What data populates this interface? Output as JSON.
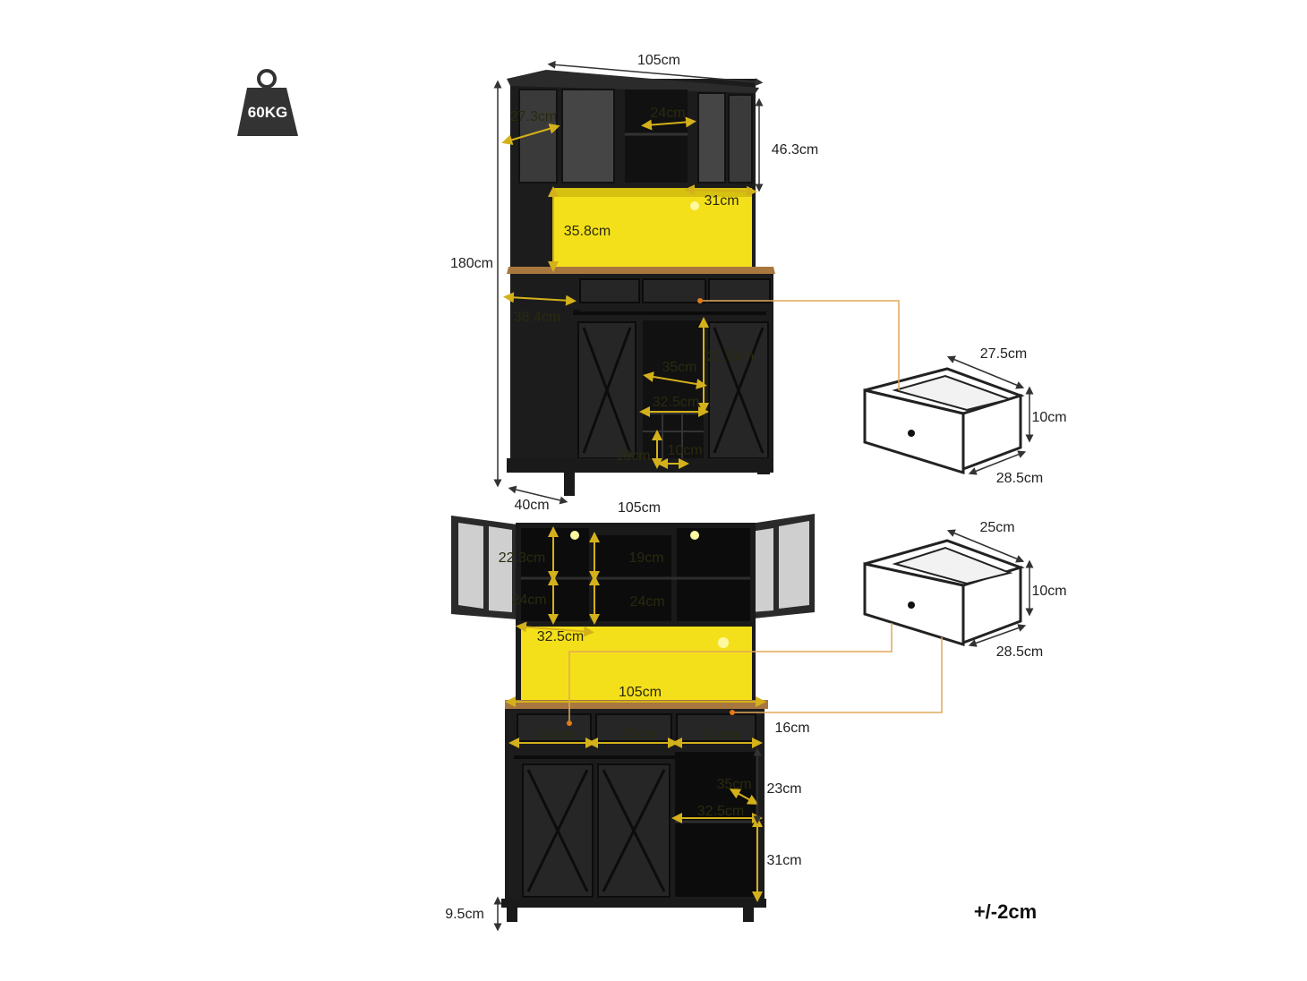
{
  "weight": {
    "label": "60KG"
  },
  "tolerance": "+/-2cm",
  "colors": {
    "cabinet": "#1c1c1c",
    "led": "#f4e01a",
    "wood": "#a8773f",
    "dimension_line": "#d4b11a",
    "leader_line": "#e0a85a"
  },
  "top_view": {
    "overall_width": "105cm",
    "overall_height": "180cm",
    "depth": "40cm",
    "hutch_height": "46.3cm",
    "hutch_depth": "27.3cm",
    "hutch_center_width": "24cm",
    "hutch_shelf_depth": "31cm",
    "led_height": "35.8cm",
    "base_depth": "38.4cm",
    "wine_depth": "35cm",
    "wine_height": "21.5cm",
    "wine_width": "32.5cm",
    "cubby_width": "10cm",
    "cubby_height": "10cm"
  },
  "bottom_view": {
    "overall_width": "105cm",
    "shelf_height_upper": "22.3cm",
    "shelf_height_lower": "24cm",
    "center_height_upper": "19cm",
    "center_height_lower": "24cm",
    "shelf_width": "32.5cm",
    "counter_width": "105cm",
    "drawer_height": "16cm",
    "drawer_left": "31cm",
    "drawer_mid": "32cm",
    "drawer_right": "31cm",
    "right_depth": "35cm",
    "right_width": "32.5cm",
    "right_upper_height": "23cm",
    "right_lower_height": "31cm",
    "leg_height": "9.5cm"
  },
  "drawer_a": {
    "depth": "27.5cm",
    "height": "10cm",
    "width": "28.5cm"
  },
  "drawer_b": {
    "depth": "25cm",
    "height": "10cm",
    "width": "28.5cm"
  }
}
